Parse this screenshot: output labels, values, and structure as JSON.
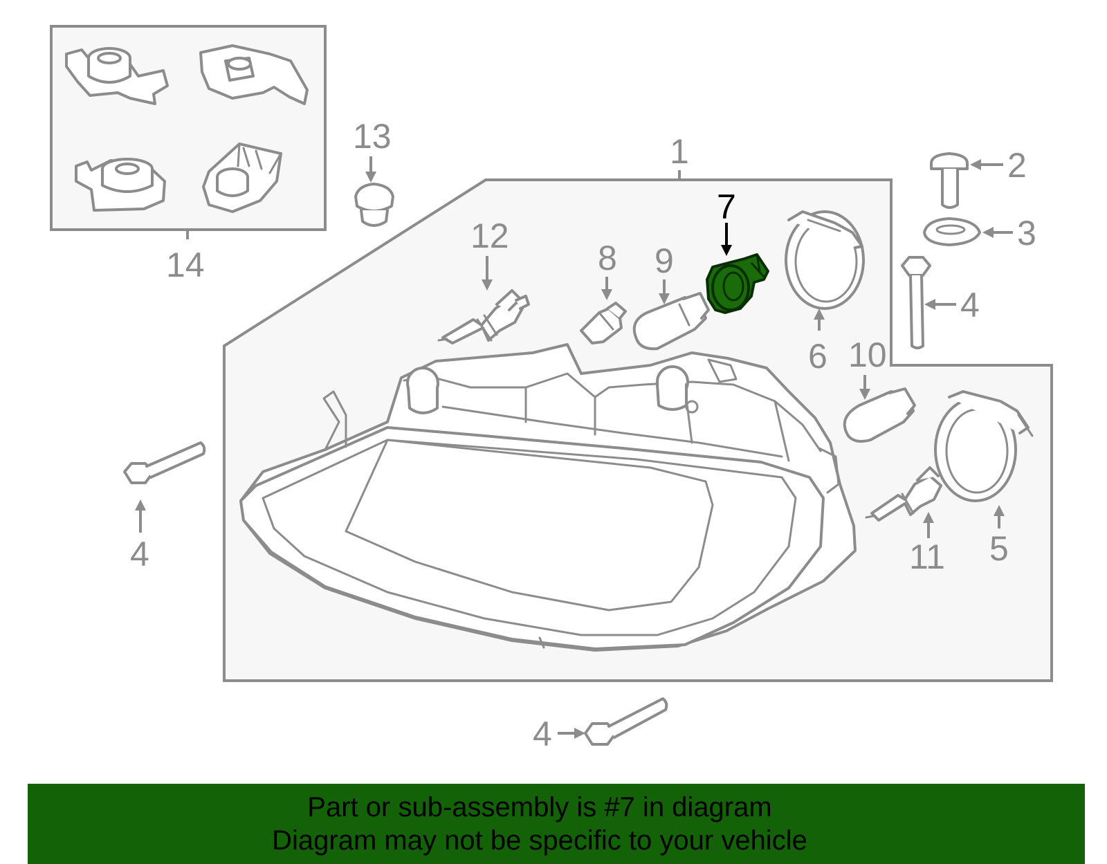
{
  "callouts": {
    "c1": "1",
    "c2": "2",
    "c3": "3",
    "c4_right": "4",
    "c4_left": "4",
    "c4_bottom": "4",
    "c5": "5",
    "c6": "6",
    "c7": "7",
    "c8": "8",
    "c9": "9",
    "c10": "10",
    "c11": "11",
    "c12": "12",
    "c13": "13",
    "c14": "14"
  },
  "highlight": {
    "part_number": "7",
    "color": "#1a6b0a"
  },
  "colors": {
    "line": "#8c8c8c",
    "banner": "#136208",
    "box_fill": "#f7f7f7"
  },
  "banner": {
    "line1": "Part or sub-assembly is #7 in diagram",
    "line2": "Diagram may not be specific to your vehicle"
  }
}
